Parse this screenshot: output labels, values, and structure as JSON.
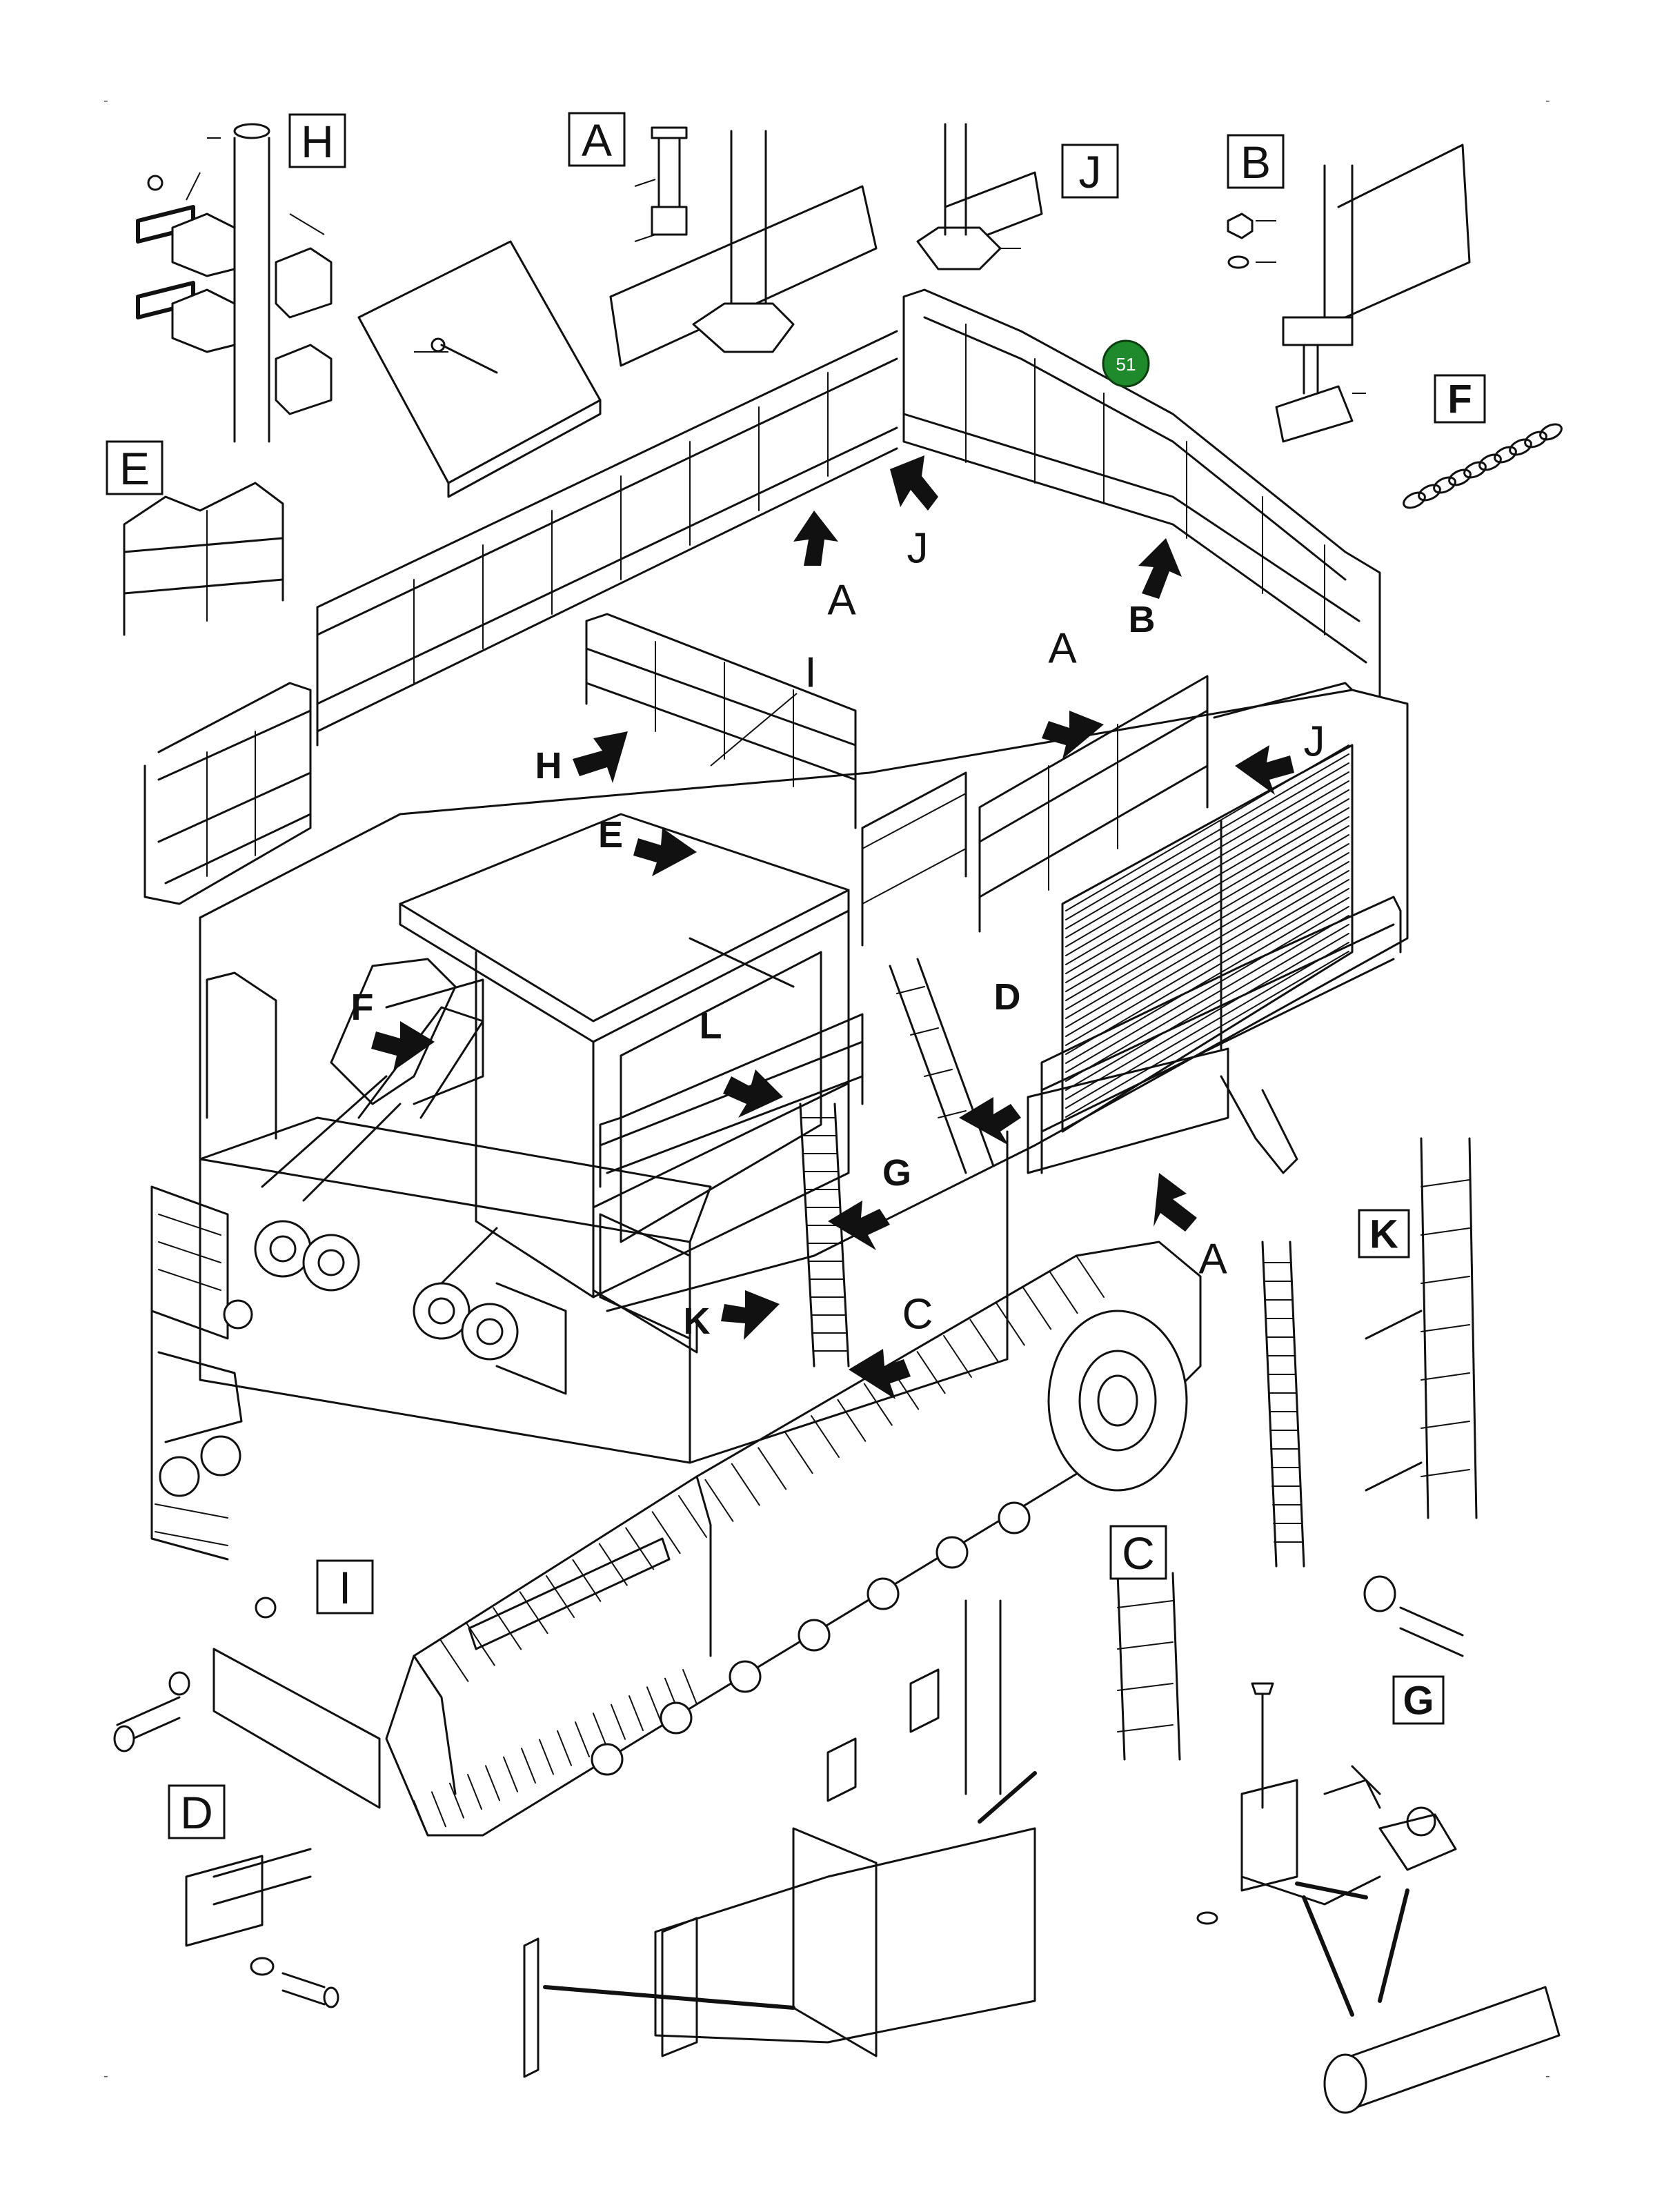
{
  "sheet": {
    "badge": "51",
    "corner_mark": "-"
  },
  "detail_boxes": {
    "H": "H",
    "A": "A",
    "J": "J",
    "B": "B",
    "E": "E",
    "F": "F",
    "I": "I",
    "C": "C",
    "K": "K",
    "G": "G",
    "D": "D"
  },
  "callouts": {
    "J_top": "J",
    "A_top": "A",
    "B_top": "B",
    "A_right": "A",
    "J_right": "J",
    "I_mid": "I",
    "H_mid": "H",
    "E_mid": "E",
    "F_mid": "F",
    "L_mid": "L",
    "D_mid": "D",
    "G_mid": "G",
    "K_mid": "K",
    "C_mid": "C",
    "A_bottom": "A"
  },
  "colors": {
    "line": "#111111",
    "badge": "#1f8a2b",
    "background": "#ffffff"
  }
}
